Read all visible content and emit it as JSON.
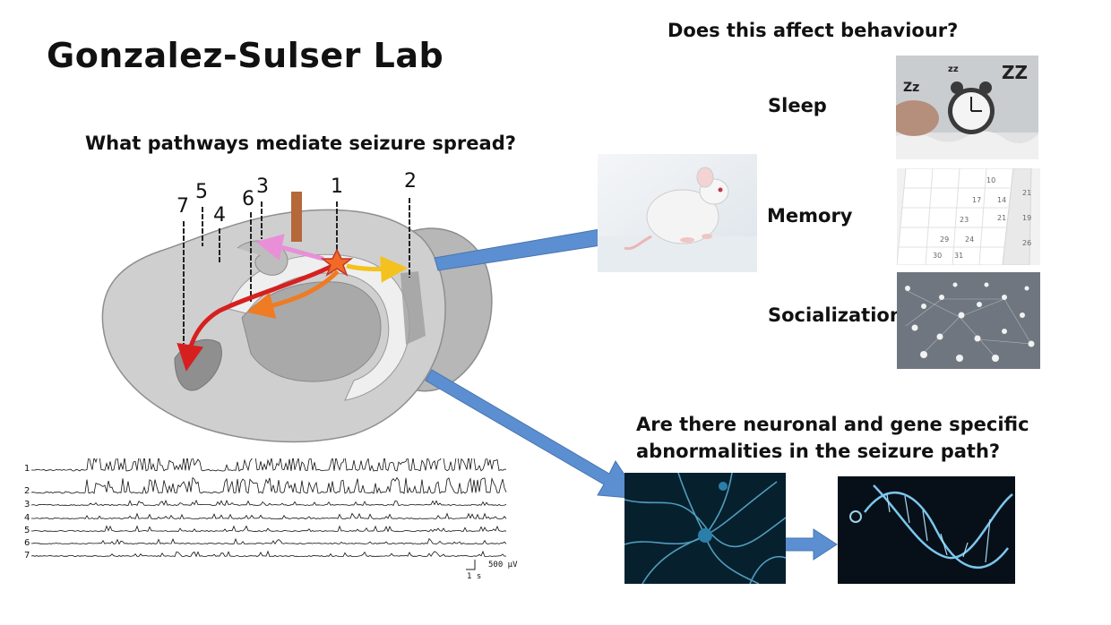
{
  "lab_title": "Gonzalez-Sulser Lab",
  "question_pathways": "What pathways mediate seizure spread?",
  "question_behaviour": "Does this affect behaviour?",
  "question_neuronal": "Are there neuronal and gene specific abnormalities in the seizure path?",
  "question_neuronal_line1": "Are there neuronal and gene specific",
  "question_neuronal_line2": "abnormalities in the seizure path?",
  "behaviours": [
    {
      "label": "Sleep",
      "icon": "alarm-clock-photo"
    },
    {
      "label": "Memory",
      "icon": "calendar-photo"
    },
    {
      "label": "Socialization",
      "icon": "social-network-photo"
    }
  ],
  "electrode_labels": [
    "1",
    "2",
    "3",
    "4",
    "5",
    "6",
    "7"
  ],
  "trace_labels": [
    "1",
    "2",
    "3",
    "4",
    "5",
    "6",
    "7"
  ],
  "scale_bar": {
    "voltage": "500 µV",
    "time": "1 s"
  },
  "colors": {
    "arrow_blue": "#5b8fd1",
    "path_red": "#d62020",
    "path_orange": "#ef7b22",
    "path_yellow": "#f4c21e",
    "path_pink": "#e98fd8",
    "brain_gray": "#c8c8c8",
    "optic_fiber": "#b5683a"
  }
}
